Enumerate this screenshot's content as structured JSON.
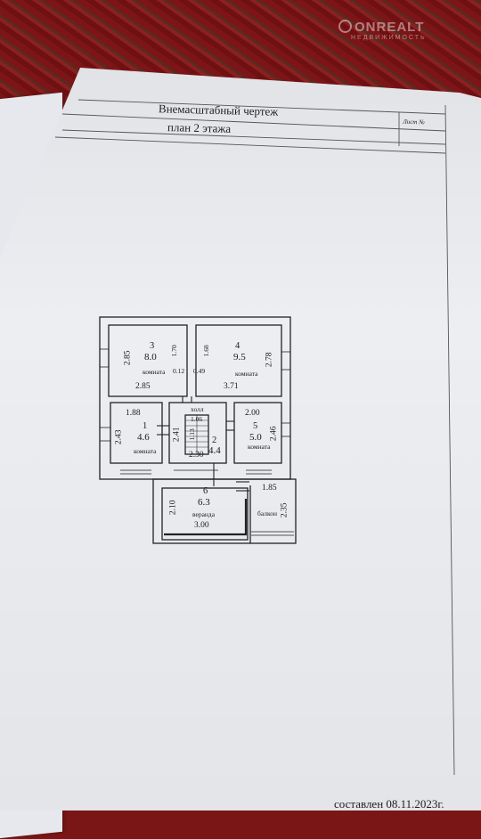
{
  "watermark": {
    "brand": "ONREALT",
    "sub": "НЕДВИЖИМОСТЬ"
  },
  "header": {
    "title": "Внемасштабный чертеж",
    "subtitle": "план  2  этажа",
    "sheet_label": "Лист №"
  },
  "rooms": {
    "r3": {
      "num": "3",
      "area": "8.0",
      "label": "комната",
      "w": "2.85",
      "h_left": "2.85",
      "h_right": "1.70"
    },
    "r4": {
      "num": "4",
      "area": "9.5",
      "label": "комната",
      "w": "3.71",
      "h_left": "1.68",
      "h_right": "2.78"
    },
    "r1": {
      "num": "1",
      "area": "4.6",
      "label": "комната",
      "w": "1.88",
      "h": "2.43"
    },
    "r2": {
      "num": "2",
      "area": "4.4",
      "label": "холл",
      "w": "2.30",
      "h": "2.41",
      "stair_w": "1.06",
      "stair_h": "1.13"
    },
    "r5": {
      "num": "5",
      "area": "5.0",
      "label": "комната",
      "w": "2.00",
      "h": "2.46"
    },
    "r6": {
      "num": "6",
      "area": "6.3",
      "label": "веранда",
      "w": "3.00",
      "h": "2.10"
    },
    "balcony": {
      "label": "балкон",
      "w": "1.85",
      "h": "2.35"
    },
    "walls": {
      "a": "0.12",
      "b": "0.49"
    }
  },
  "footer": {
    "text": "составлен  08.11.2023г."
  }
}
